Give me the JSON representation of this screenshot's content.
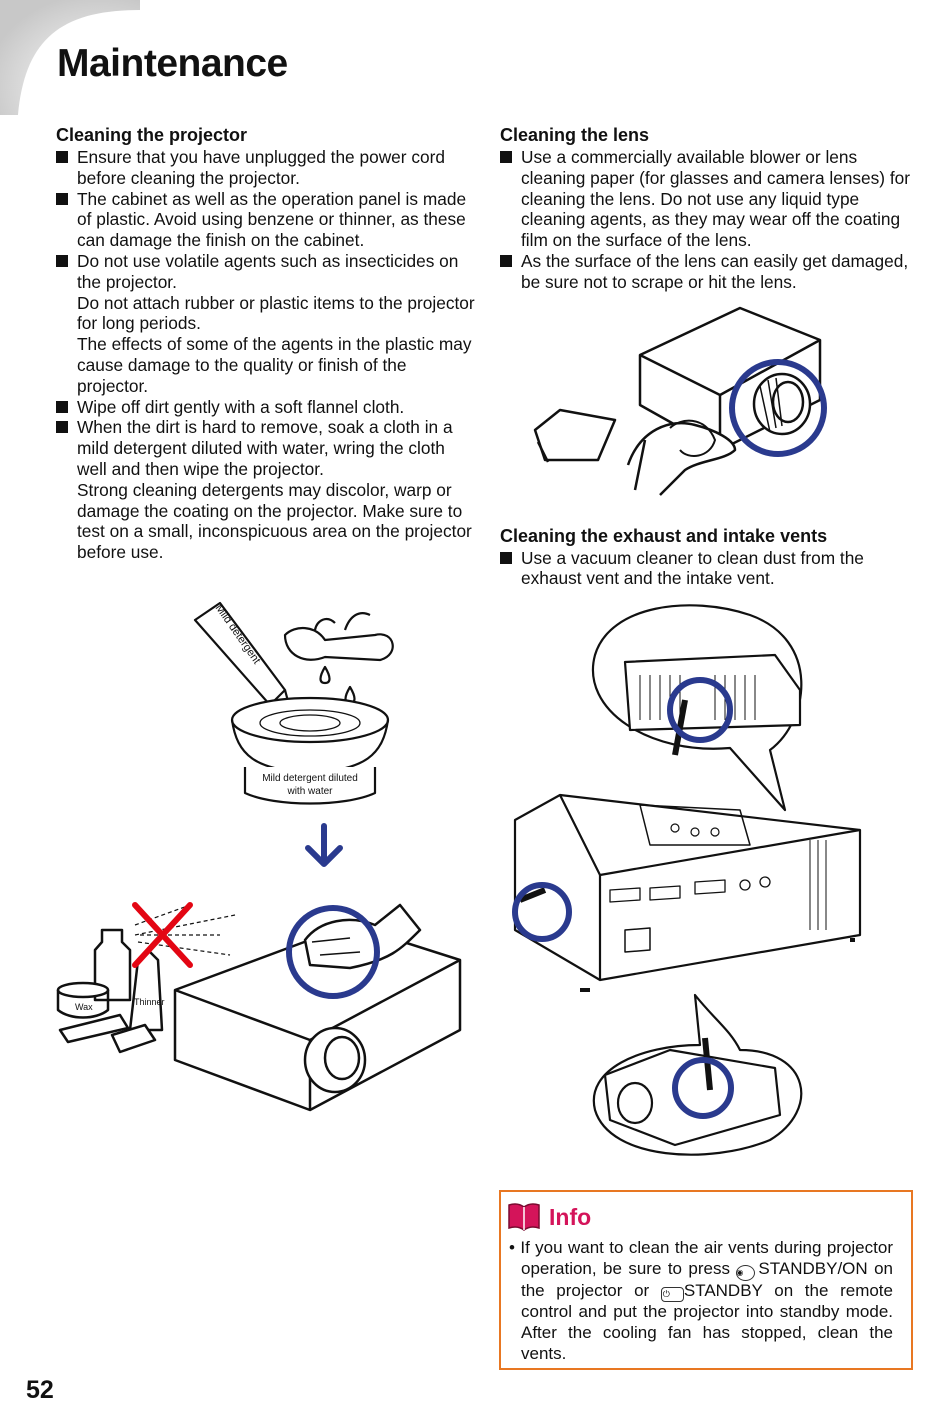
{
  "page": {
    "title": "Maintenance",
    "page_number": "52"
  },
  "left": {
    "heading": "Cleaning the projector",
    "items": [
      {
        "text": "Ensure that you have unplugged the power cord before cleaning the projector."
      },
      {
        "text": "The cabinet as well as the operation panel is made of plastic. Avoid using benzene or thinner, as these can damage the finish on the cabinet."
      },
      {
        "text": "Do not use volatile agents such as insecticides on the projector.",
        "sub1": "Do not attach rubber or plastic items to the projector for long periods.",
        "sub2": "The effects of some of the agents in the plastic may cause damage to the quality or finish of the projector."
      },
      {
        "text": "Wipe off dirt gently with a soft flannel cloth."
      },
      {
        "text": "When the dirt is hard to remove, soak a cloth in a mild detergent diluted with water, wring the cloth well and then wipe the projector.",
        "sub1": "Strong cleaning detergents may discolor, warp or damage the coating on the projector. Make sure to test on a small, inconspicuous area on the projector before use."
      }
    ]
  },
  "right": {
    "lens_heading": "Cleaning the lens",
    "lens_items": [
      "Use a commercially available blower or lens cleaning paper (for glasses and camera lenses) for cleaning the lens. Do not use any liquid type cleaning agents, as they may wear off the coating film on the surface of the lens.",
      "As the surface of the lens can easily get damaged, be sure not to scrape or hit the lens."
    ],
    "vents_heading": "Cleaning the exhaust and intake vents",
    "vents_items": [
      "Use a vacuum cleaner to clean dust from the exhaust vent and the intake vent."
    ]
  },
  "illustration_labels": {
    "bottle": "Mild detergent",
    "bowl": "Mild detergent diluted",
    "bowl2": "with water",
    "wax": "Wax",
    "thinner": "Thinner"
  },
  "info": {
    "title": "Info",
    "bullet": "•",
    "text_a": "If you want to clean the air vents during projector operation, be sure to press",
    "text_b": "STANDBY/ON on the projector or",
    "text_c": "STANDBY on the remote control and put the projector into standby mode. After the cooling fan has stopped, clean the vents."
  },
  "colors": {
    "highlight_circle": "#2a3a8e",
    "prohibit_x": "#e30613",
    "info_border": "#e87722",
    "info_title": "#d4145a"
  }
}
